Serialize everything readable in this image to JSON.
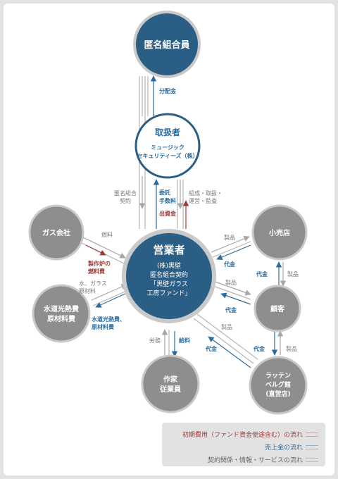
{
  "colors": {
    "navy": "#2b5e85",
    "gray_node": "#8e8e8e",
    "node_border": "#c9c9c9",
    "accent_blue": "#2b6c9e",
    "accent_red": "#9e3a3a",
    "label_gray": "#777777",
    "legend_red_line": "#d8a0a0",
    "legend_blue_line": "#8fb3d3",
    "legend_gray_line": "#bbbbbb"
  },
  "nodes": {
    "investor": {
      "label": "匿名組合員"
    },
    "broker": {
      "title": "取扱者",
      "sub1": "ミュージック",
      "sub2": "セキュリティーズ（株）"
    },
    "operator": {
      "title": "営業者",
      "line1": "(株)黒壁",
      "line2": "匿名組合契約",
      "line3": "「黒壁ガラス",
      "line4": "工房ファンド」"
    },
    "gas": {
      "label": "ガス会社"
    },
    "utility": {
      "line1": "水道光熱費",
      "line2": "原材料費"
    },
    "artist": {
      "line1": "作家",
      "line2": "従業員"
    },
    "retail": {
      "label": "小売店"
    },
    "customer": {
      "label": "顧客"
    },
    "store": {
      "line1": "ラッテン",
      "line2": "ベルグ館",
      "line3": "(直営店)"
    }
  },
  "labels": {
    "dividend": "分配金",
    "anon_contract_1": "匿名組合",
    "anon_contract_2": "契約",
    "commission_1": "委託",
    "commission_2": "手数料",
    "investment": "出資金",
    "formation_1": "組成・取扱・",
    "formation_2": "運営・監査",
    "fuel": "燃料",
    "furnace_fuel_1": "製作炉の",
    "furnace_fuel_2": "燃料費",
    "water_gas_1": "水、ガラス",
    "water_gas_2": "原材料",
    "utility_cost_1": "水道光熱費、",
    "utility_cost_2": "原材料費",
    "labor": "労務",
    "salary": "給料",
    "product_retail": "製品",
    "payment_retail": "代金",
    "product_customer": "製品",
    "payment_customer": "代金",
    "product_store": "製品",
    "payment_store": "代金",
    "payment_rc": "代金",
    "product_rc": "製品",
    "payment_sc": "代金",
    "product_sc": "製品"
  },
  "legend": {
    "initial_cost": "初期費用（ファンド資金使途含む）の流れ",
    "sales": "売上金の流れ",
    "contract": "契約関係・情報・サービスの流れ"
  }
}
